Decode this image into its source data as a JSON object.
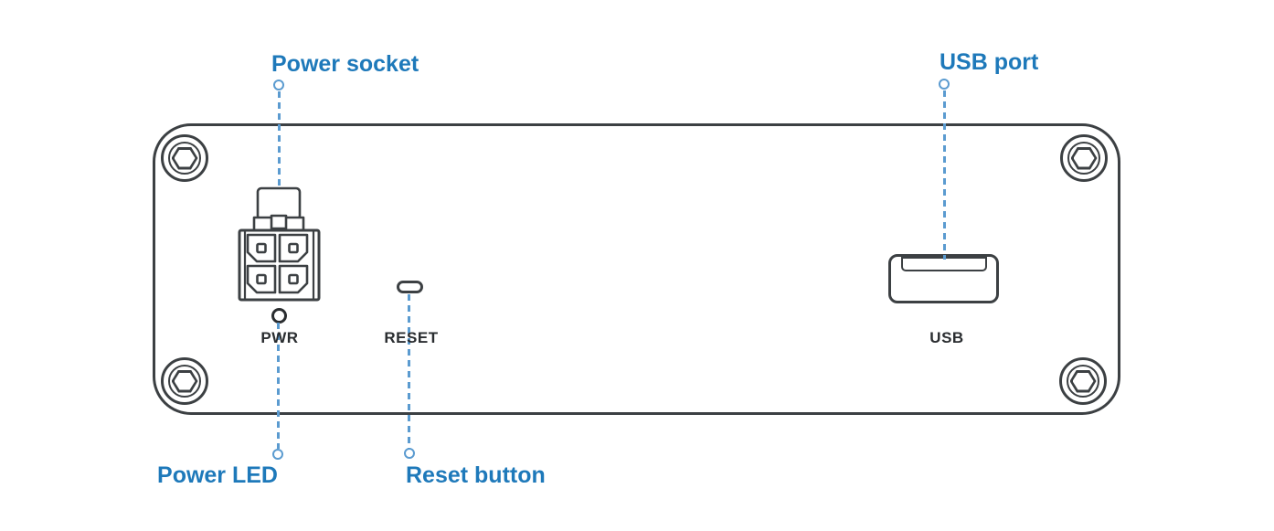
{
  "colors": {
    "label_blue": "#1e79ba",
    "line_blue": "#5b9bd0",
    "outline_dark": "#3c4043",
    "panel_text": "#2a2d30",
    "background": "#ffffff"
  },
  "callouts": {
    "power_socket": {
      "label": "Power socket"
    },
    "usb_port": {
      "label": "USB port"
    },
    "power_led": {
      "label": "Power LED"
    },
    "reset_button": {
      "label": "Reset button"
    }
  },
  "panel_labels": {
    "power": "PWR",
    "reset": "RESET",
    "usb": "USB"
  }
}
